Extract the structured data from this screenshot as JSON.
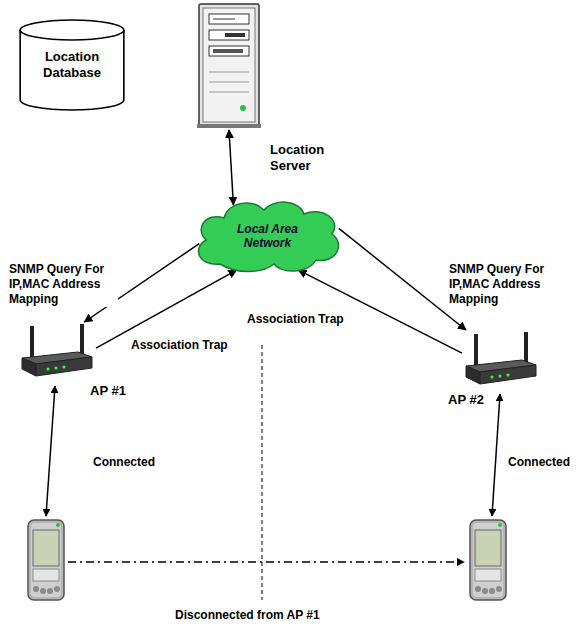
{
  "diagram": {
    "nodes": [
      {
        "text": [
          "Location Database"
        ]
      },
      {
        "text": [
          "Location Server"
        ]
      },
      {
        "text": [
          "Local Area Network"
        ]
      },
      {
        "text": [
          "AP #1"
        ]
      },
      {
        "text": [
          "AP #2"
        ]
      }
    ],
    "edges": [
      {
        "from": 1,
        "to": 2,
        "arrow": "both"
      },
      {
        "from": 2,
        "to": 3,
        "label": "SNMP Query For IP,MAC Address Mapping",
        "arrow": "to"
      },
      {
        "from": 3,
        "to": 2,
        "label": "Association Trap",
        "arrow": "to"
      },
      {
        "from": 2,
        "to": 4,
        "label": "SNMP Query For IP,MAC Address Mapping",
        "arrow": "to"
      },
      {
        "from": 4,
        "to": 2,
        "label": "Association Trap",
        "arrow": "to"
      }
    ],
    "labels": [
      "Connected",
      "Connected",
      "Disconnected from AP #1"
    ]
  }
}
